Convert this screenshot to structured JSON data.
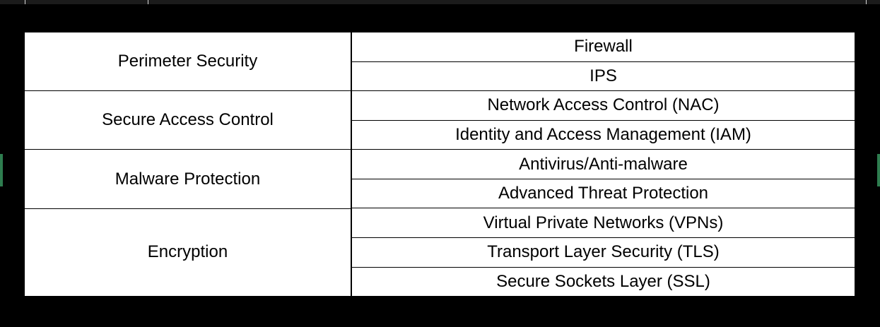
{
  "background_color": "#000000",
  "top_strip": {
    "background_color": "#1b1b1b",
    "rule_color": "#d9d9d9",
    "rule_positions": [
      35,
      209,
      1225
    ]
  },
  "edge_markers": {
    "color": "#2e7d4f",
    "left_label": "left-edge-marker",
    "right_label": "right-edge-marker"
  },
  "table": {
    "background_color": "#ffffff",
    "border_color": "#000000",
    "columns": [
      {
        "key": "category",
        "name": "security-category-column"
      },
      {
        "key": "technique",
        "name": "security-technique-column"
      }
    ],
    "rows": [
      {
        "category": "Perimeter Security",
        "techniques": [
          "Firewall",
          "IPS"
        ]
      },
      {
        "category": "Secure Access Control",
        "techniques": [
          "Network Access Control (NAC)",
          "Identity and Access Management (IAM)"
        ]
      },
      {
        "category": "Malware Protection",
        "techniques": [
          "Antivirus/Anti-malware",
          "Advanced Threat Protection"
        ]
      },
      {
        "category": "Encryption",
        "techniques": [
          "Virtual Private Networks (VPNs)",
          "Transport Layer Security (TLS)",
          "Secure Sockets Layer (SSL)"
        ]
      }
    ]
  }
}
